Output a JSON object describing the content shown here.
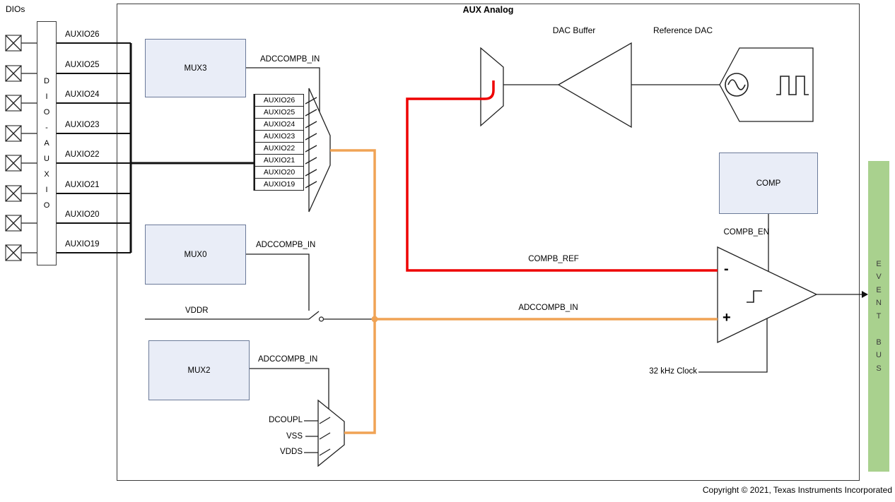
{
  "colors": {
    "red": "#ee0000",
    "orange": "#f0a355",
    "green_bus": "#a9d18e",
    "block_fill": "#e9edf7",
    "block_border": "#6b7a99"
  },
  "header": {
    "dios": "DIOs",
    "title": "AUX Analog"
  },
  "dio_column": {
    "vertical_label": "D\nI\nO\n-\nA\nU\nX\nI\nO",
    "wires": [
      "AUXIO26",
      "AUXIO25",
      "AUXIO24",
      "AUXIO23",
      "AUXIO22",
      "AUXIO21",
      "AUXIO20",
      "AUXIO19"
    ]
  },
  "mux_inputs": [
    "AUXIO26",
    "AUXIO25",
    "AUXIO24",
    "AUXIO23",
    "AUXIO22",
    "AUXIO21",
    "AUXIO20",
    "AUXIO19"
  ],
  "blocks": {
    "mux3": "MUX3",
    "mux0": "MUX0",
    "mux2": "MUX2",
    "comp": "COMP",
    "dac_buffer": "DAC Buffer",
    "reference_dac": "Reference DAC"
  },
  "signals": {
    "adccompb_in_mux3": "ADCCOMPB_IN",
    "adccompb_in_mux0": "ADCCOMPB_IN",
    "adccompb_in_mux2": "ADCCOMPB_IN",
    "adccompb_in_main": "ADCCOMPB_IN",
    "vddr": "VDDR",
    "dcoupl": "DCOUPL",
    "vss": "VSS",
    "vdds": "VDDS",
    "compb_en": "COMPB_EN",
    "compb_ref": "COMPB_REF",
    "clock_32khz": "32 kHz Clock",
    "comparator_minus": "-",
    "comparator_plus": "+"
  },
  "event_bus": {
    "label": "E\nV\nE\nN\nT\n\nB\nU\nS"
  },
  "footer": {
    "copyright": "Copyright © 2021, Texas Instruments Incorporated"
  },
  "icons": {
    "dio_pin": "x-box",
    "sine": "sine-wave",
    "square_wave": "square-wave",
    "hysteresis": "hysteresis-step",
    "switch": "spst-switch",
    "arrow": "right-arrowhead"
  }
}
